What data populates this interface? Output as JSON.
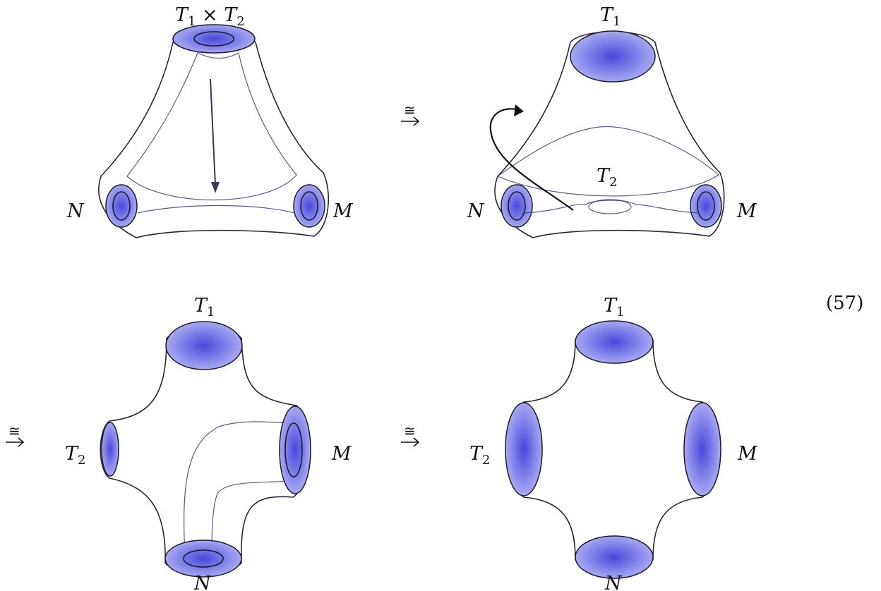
{
  "labels": {
    "fig1_top": "T1 × T2",
    "fig1_left": "N",
    "fig1_right": "M",
    "fig2_top": "T1",
    "fig2_center": "T2",
    "fig2_left": "N",
    "fig2_right": "M",
    "fig3_top": "T1",
    "fig3_left": "T2",
    "fig3_right": "M",
    "fig3_bottom": "N",
    "fig4_top": "T1",
    "fig4_left": "T2",
    "fig4_right": "M",
    "fig4_bottom": "N"
  },
  "equation_number": "(57)",
  "isomorphism_symbol": "≅",
  "colors": {
    "surface_light": "#eef0ff",
    "surface_dark": "#5a5ae6",
    "edge": "#1a1a2e"
  }
}
